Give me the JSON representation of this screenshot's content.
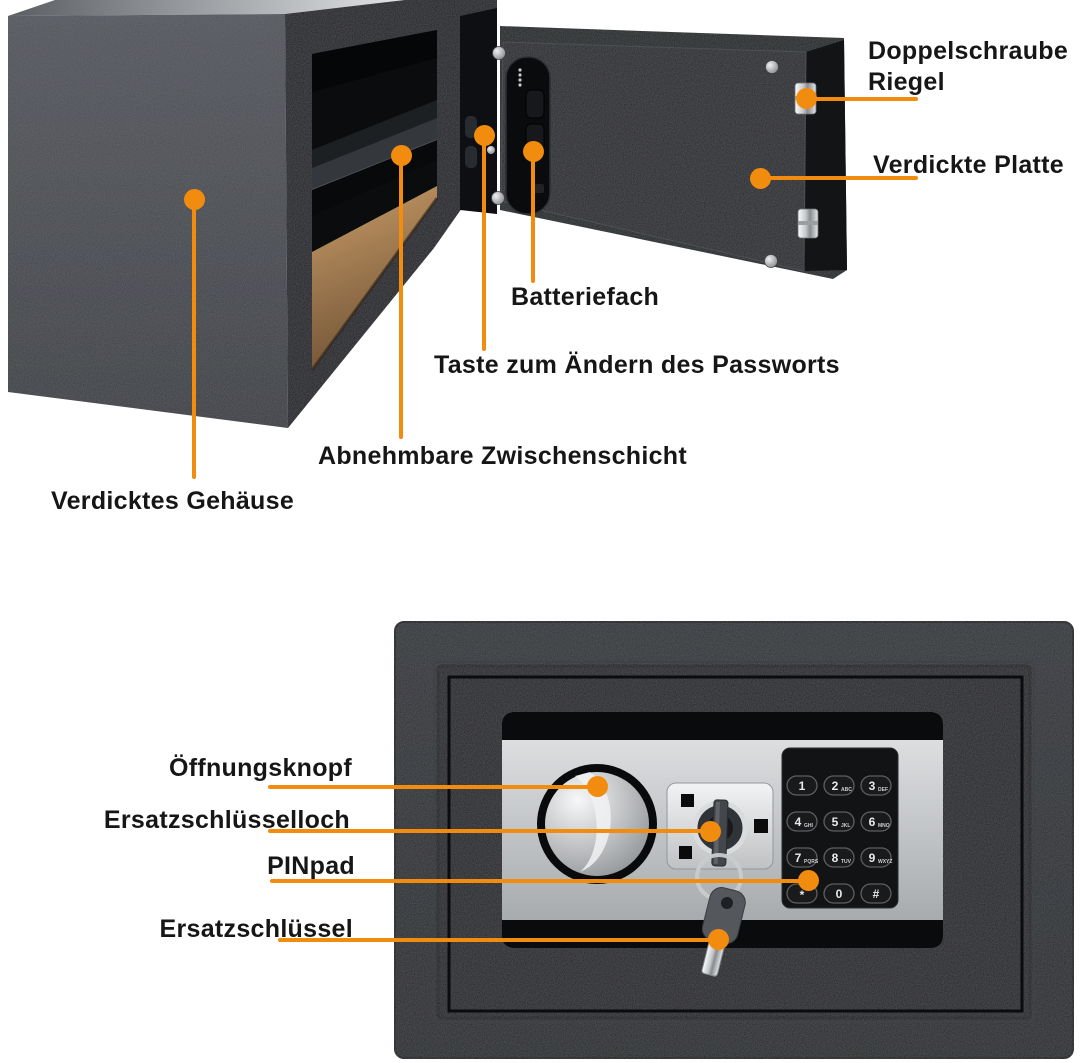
{
  "colors": {
    "accent": "#F28C0E",
    "label_text": "#161616",
    "background": "#ffffff",
    "safe_body": "#2a2c30",
    "panel_silver": "#c9cbcd",
    "wood_floor": "#a98155"
  },
  "top_view": {
    "name": "Offener Tresor (Innenansicht)",
    "labels": {
      "doppelschraube_line1": "Doppelschraube",
      "doppelschraube_line2": "Riegel",
      "verdickte_platte": "Verdickte Platte",
      "batteriefach": "Batteriefach",
      "taste_passwort": "Taste zum Ändern des Passworts",
      "zwischenschicht": "Abnehmbare Zwischenschicht",
      "gehaeuse": "Verdicktes Gehäuse"
    }
  },
  "bottom_view": {
    "name": "Geschlossener Tresor (Frontansicht)",
    "labels": {
      "oeffnungsknopf": "Öffnungsknopf",
      "schluesselloch": "Ersatzschlüsselloch",
      "pinpad": "PINpad",
      "ersatzschluessel": "Ersatzschlüssel"
    }
  },
  "keypad": {
    "keys": [
      {
        "digit": "1",
        "letters": ""
      },
      {
        "digit": "2",
        "letters": "ABC"
      },
      {
        "digit": "3",
        "letters": "DEF"
      },
      {
        "digit": "4",
        "letters": "GHI"
      },
      {
        "digit": "5",
        "letters": "JKL"
      },
      {
        "digit": "6",
        "letters": "MNO"
      },
      {
        "digit": "7",
        "letters": "PQRS"
      },
      {
        "digit": "8",
        "letters": "TUV"
      },
      {
        "digit": "9",
        "letters": "WXYZ"
      },
      {
        "digit": "*",
        "letters": ""
      },
      {
        "digit": "0",
        "letters": ""
      },
      {
        "digit": "#",
        "letters": ""
      }
    ]
  }
}
